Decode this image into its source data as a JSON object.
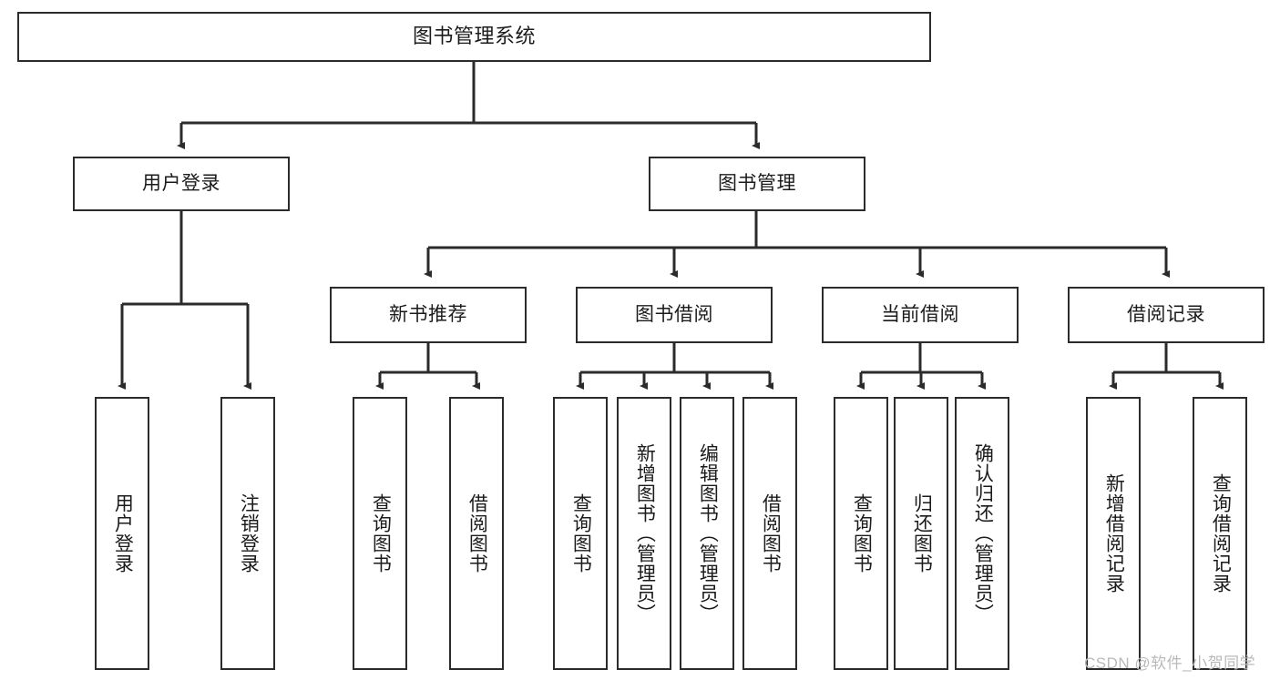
{
  "diagram": {
    "type": "tree",
    "title": "图书管理系统",
    "watermark": "CSDN @软件_小贺同学",
    "root": {
      "id": "root",
      "label": "图书管理系统"
    },
    "level2": [
      {
        "id": "user-login",
        "label": "用户登录"
      },
      {
        "id": "book-management",
        "label": "图书管理"
      }
    ],
    "level3": [
      {
        "id": "new-book-recommend",
        "label": "新书推荐",
        "parent": "book-management"
      },
      {
        "id": "book-borrow",
        "label": "图书借阅",
        "parent": "book-management"
      },
      {
        "id": "current-borrow",
        "label": "当前借阅",
        "parent": "book-management"
      },
      {
        "id": "borrow-record",
        "label": "借阅记录",
        "parent": "book-management"
      }
    ],
    "leaves": [
      {
        "id": "leaf-user-login",
        "label": "用户登录",
        "parent": "user-login"
      },
      {
        "id": "leaf-logout",
        "label": "注销登录",
        "parent": "user-login"
      },
      {
        "id": "leaf-query-book-1",
        "label": "查询图书",
        "parent": "new-book-recommend"
      },
      {
        "id": "leaf-borrow-book-1",
        "label": "借阅图书",
        "parent": "new-book-recommend"
      },
      {
        "id": "leaf-query-book-2",
        "label": "查询图书",
        "parent": "book-borrow"
      },
      {
        "id": "leaf-add-book",
        "label": "新增图书（管理员）",
        "parent": "book-borrow"
      },
      {
        "id": "leaf-edit-book",
        "label": "编辑图书（管理员）",
        "parent": "book-borrow"
      },
      {
        "id": "leaf-borrow-book-2",
        "label": "借阅图书",
        "parent": "book-borrow"
      },
      {
        "id": "leaf-query-book-3",
        "label": "查询图书",
        "parent": "current-borrow"
      },
      {
        "id": "leaf-return-book",
        "label": "归还图书",
        "parent": "current-borrow"
      },
      {
        "id": "leaf-confirm-return",
        "label": "确认归还（管理员）",
        "parent": "current-borrow"
      },
      {
        "id": "leaf-add-record",
        "label": "新增借阅记录",
        "parent": "borrow-record"
      },
      {
        "id": "leaf-query-record",
        "label": "查询借阅记录",
        "parent": "borrow-record"
      }
    ],
    "colors": {
      "stroke": "#2b2b2b",
      "fill": "#ffffff",
      "text": "#1b1b1b",
      "watermark": "#b9b9b9"
    }
  }
}
